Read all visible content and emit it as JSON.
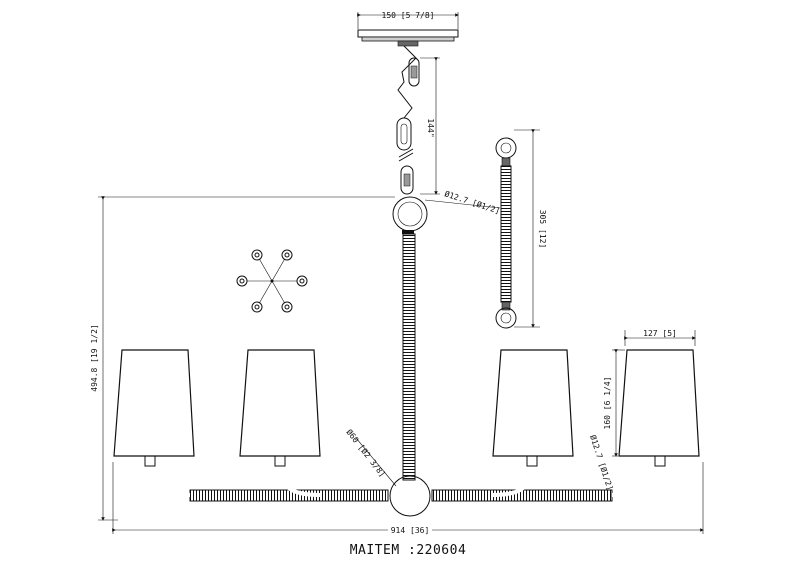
{
  "dimensions": {
    "canopy_width": "150 [5 7/8]",
    "chain_length": "144\"",
    "rod_diameter": "Ø12.7 [Ø1/2]",
    "extension_rod_length": "305 [12]",
    "overall_height": "494.8 [19 1/2]",
    "shade_width": "127 [5]",
    "shade_height": "160 [6 1/4]",
    "hub_diameter": "Ø60 [Ø2 3/8]",
    "arm_diameter": "Ø12.7 [Ø1/2]",
    "overall_width": "914 [36]"
  },
  "caption": "MAITEM :220604"
}
